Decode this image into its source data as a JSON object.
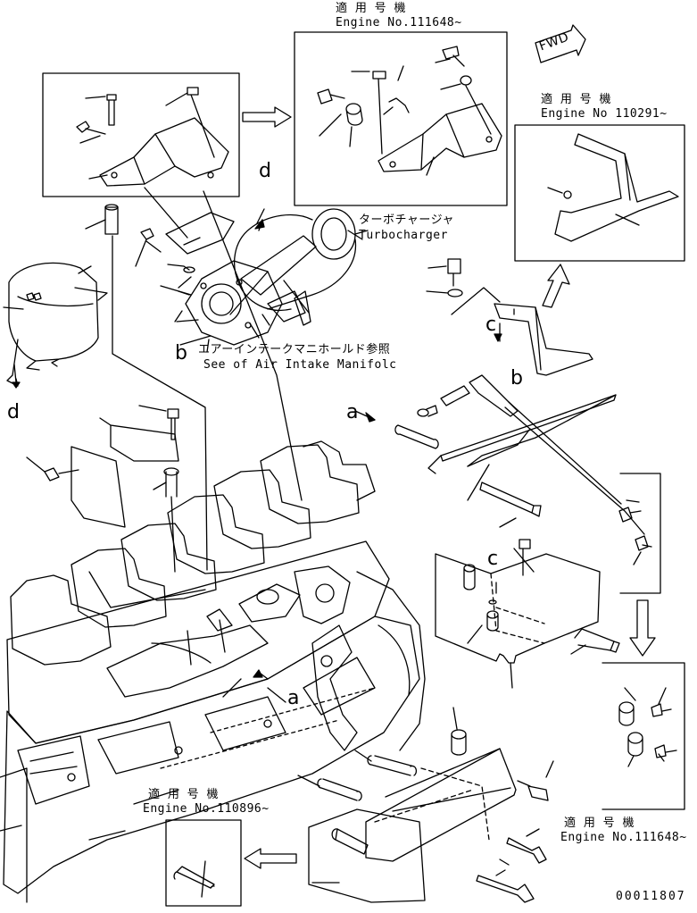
{
  "applicability": {
    "top_center": {
      "heading": "適 用 号 機",
      "engine": "Engine No.111648~"
    },
    "top_right": {
      "heading": "適 用 号 機",
      "engine": "Engine No 110291~"
    },
    "bottom_left": {
      "heading": "適 用 号 機",
      "engine": "Engine No.110896~"
    },
    "bottom_right": {
      "heading": "適 用 号 機",
      "engine": "Engine No.111648~"
    }
  },
  "fwd_label": "FWD",
  "turbocharger": {
    "jp": "ターボチャージャ",
    "en": "Turbocharger"
  },
  "air_intake": {
    "jp": "エアーインテークマニホールド参照",
    "en": "See of Air Intake Manifolc"
  },
  "callouts": {
    "a1": "a",
    "a2": "a",
    "b1": "b",
    "b2": "b",
    "c1": "c",
    "c2": "c",
    "d1": "d",
    "d2": "d"
  },
  "drawing_number": "00011807",
  "icons": [
    "fwd-arrow-icon"
  ]
}
